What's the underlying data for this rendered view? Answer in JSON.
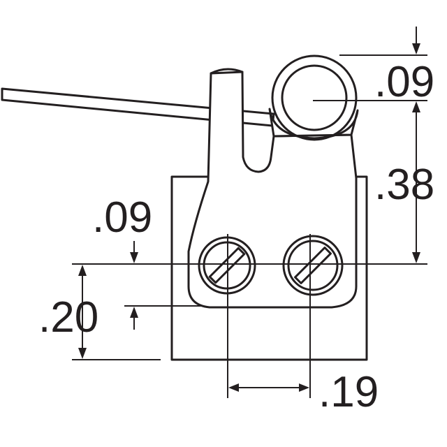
{
  "dimensions": {
    "roller_offset": ".09",
    "roller_to_screw_height": ".38",
    "left_screw_offset": ".09",
    "mount_height": ".20",
    "screw_spacing": ".19"
  },
  "colors": {
    "line": "#231f20",
    "background": "#ffffff"
  }
}
